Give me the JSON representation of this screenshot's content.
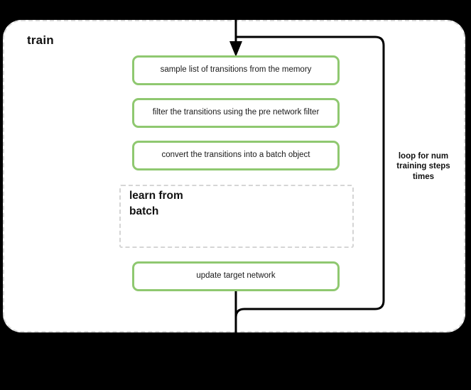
{
  "diagram": {
    "scope_title": "train",
    "background_color": "#000000",
    "panel_color": "#ffffff",
    "accent_color": "#8fc870",
    "dashed_border_color": "#d8d8d8",
    "connector_color": "#000000",
    "steps": [
      {
        "id": "sample",
        "label": "sample list of transitions from the memory"
      },
      {
        "id": "filter",
        "label": "filter the transitions using the pre network filter"
      },
      {
        "id": "convert",
        "label": "convert the transitions into a batch object"
      },
      {
        "id": "update-target",
        "label": "update target network"
      }
    ],
    "subscope": {
      "title_line_1": "learn from",
      "title_line_2": "batch"
    },
    "loop": {
      "label_line_1": "loop for num",
      "label_line_2": "training steps",
      "label_line_3": "times"
    }
  }
}
